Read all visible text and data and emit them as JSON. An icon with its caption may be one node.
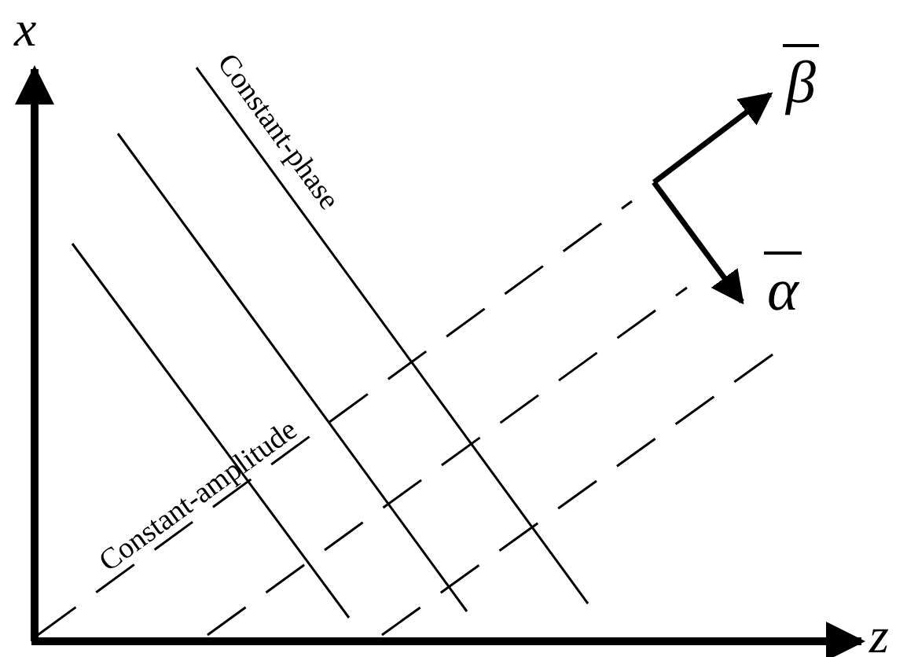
{
  "diagram": {
    "labels": [
      "x",
      "Constant-phase",
      "β",
      "α",
      "Constant-amplitude",
      "z"
    ]
  }
}
